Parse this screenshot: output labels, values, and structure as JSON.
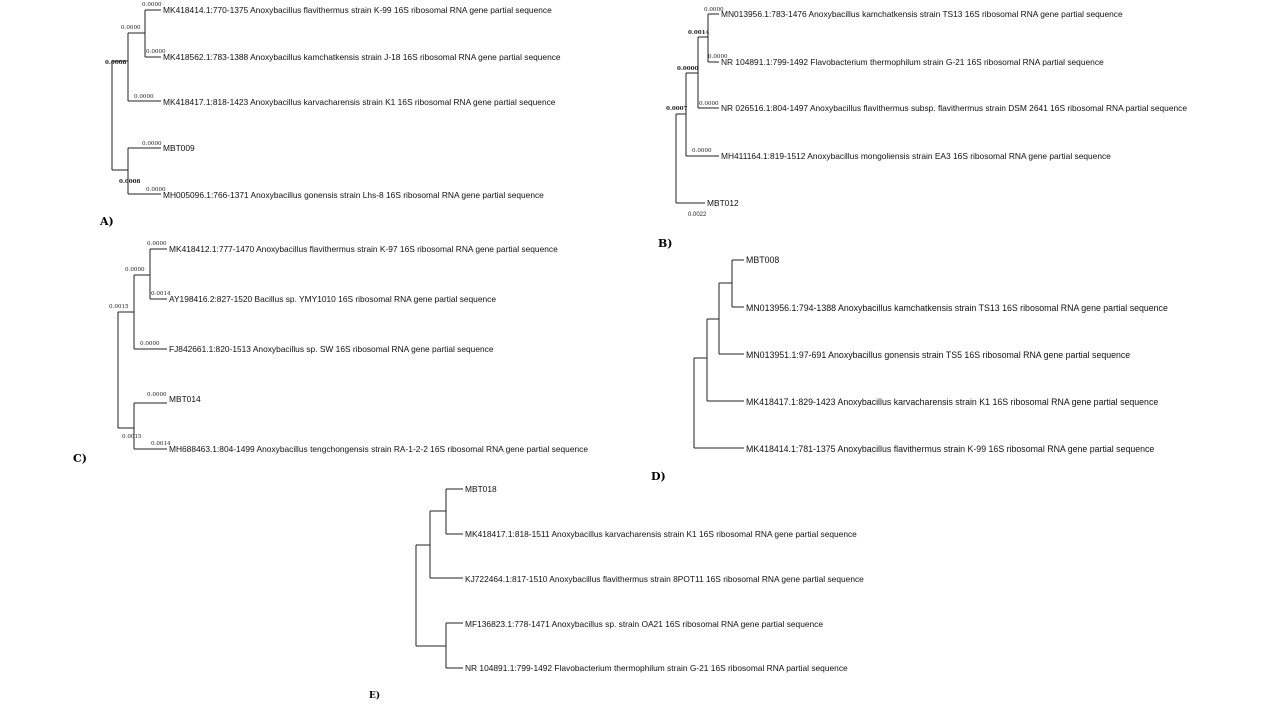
{
  "panels": {
    "A": {
      "letter": "A)",
      "taxa": [
        "MK418414.1:770-1375 Anoxybacillus flavithermus strain K-99 16S ribosomal RNA gene partial sequence",
        "MK418562.1:783-1388 Anoxybacillus kamchatkensis strain J-18 16S ribosomal RNA gene partial sequence",
        "MK418417.1:818-1423 Anoxybacillus karvacharensis strain K1 16S ribosomal RNA gene partial sequence",
        "MBT009",
        "MH005096.1:766-1371 Anoxybacillus gonensis strain Lhs-8 16S ribosomal RNA gene partial sequence"
      ],
      "branch_lengths": [
        "0.0000",
        "0.0000",
        "0.0000",
        "0.0000",
        "0.0000",
        "0.0008",
        "0.0000",
        "0.0008"
      ]
    },
    "B": {
      "letter": "B)",
      "taxa": [
        "MN013956.1:783-1476 Anoxybacillus kamchatkensis strain TS13 16S ribosomal RNA gene partial sequence",
        "NR 104891.1:799-1492 Flavobacterium thermophilum strain G-21 16S ribosomal RNA partial sequence",
        "NR 026516.1:804-1497 Anoxybacillus flavithermus subsp. flavithermus strain DSM 2641 16S ribosomal RNA partial sequence",
        "MH411164.1:819-1512 Anoxybacillus mongoliensis strain EA3 16S ribosomal RNA gene partial sequence",
        "MBT012"
      ],
      "branch_lengths": [
        "0.0000",
        "0.0014",
        "0.0000",
        "0.0000",
        "0.0000",
        "0.0000",
        "0.0007"
      ],
      "scale_value": "0.0022"
    },
    "C": {
      "letter": "C)",
      "taxa": [
        "MK418412.1:777-1470 Anoxybacillus flavithermus strain K-97 16S ribosomal RNA gene partial sequence",
        "AY198416.2:827-1520 Bacillus sp. YMY1010 16S ribosomal RNA gene partial sequence",
        "FJ842661.1:820-1513 Anoxybacillus sp. SW 16S ribosomal RNA gene partial sequence",
        "MBT014",
        "MH688463.1:804-1499 Anoxybacillus tengchongensis strain RA-1-2-2 16S ribosomal RNA gene partial sequence"
      ],
      "branch_lengths": [
        "0.0000",
        "0.0014",
        "0.0000",
        "0.0000",
        "0.0015",
        "0.0000",
        "0.0014",
        "0.0015"
      ]
    },
    "D": {
      "letter": "D)",
      "taxa": [
        "MBT008",
        "MN013956.1:794-1388 Anoxybacillus kamchatkensis strain TS13 16S ribosomal RNA gene partial sequence",
        "MN013951.1:97-691 Anoxybacillus gonensis strain TS5 16S ribosomal RNA gene partial sequence",
        "MK418417.1:829-1423 Anoxybacillus karvacharensis strain K1 16S ribosomal RNA gene partial sequence",
        "MK418414.1:781-1375 Anoxybacillus flavithermus strain K-99 16S ribosomal RNA gene partial sequence"
      ]
    },
    "E": {
      "letter": "E)",
      "taxa": [
        "MBT018",
        "MK418417.1:818-1511 Anoxybacillus karvacharensis strain K1 16S ribosomal RNA gene partial sequence",
        "KJ722464.1:817-1510 Anoxybacillus flavithermus strain 8POT11 16S ribosomal RNA gene partial sequence",
        "MF136823.1:778-1471 Anoxybacillus sp. strain OA21 16S ribosomal RNA gene partial sequence",
        "NR 104891.1:799-1492 Flavobacterium thermophilum strain G-21 16S ribosomal RNA partial sequence"
      ]
    }
  }
}
